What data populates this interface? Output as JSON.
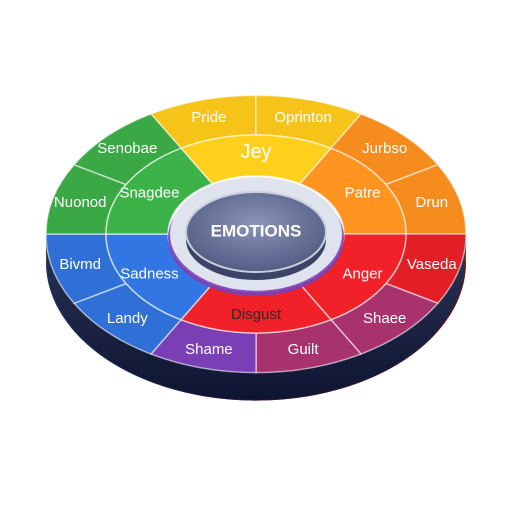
{
  "center": {
    "label": "EMOTIONS"
  },
  "colors": {
    "yellow": "#f6c419",
    "orange": "#f68c1e",
    "red": "#e21f26",
    "magenta": "#a8326e",
    "purple": "#7a3fb5",
    "blue": "#2f6fd6",
    "green": "#3aa845",
    "hub": "#5b6690"
  },
  "outer_ring": [
    {
      "label": "Pride",
      "color": "yellow"
    },
    {
      "label": "Oprinton",
      "color": "yellow"
    },
    {
      "label": "Jurbso",
      "color": "orange"
    },
    {
      "label": "Drun",
      "color": "orange"
    },
    {
      "label": "Vaseda",
      "color": "red"
    },
    {
      "label": "Shaee",
      "color": "magenta"
    },
    {
      "label": "Guilt",
      "color": "magenta"
    },
    {
      "label": "Shame",
      "color": "purple"
    },
    {
      "label": "Landy",
      "color": "blue"
    },
    {
      "label": "Bivmd",
      "color": "blue"
    },
    {
      "label": "Nuonod",
      "color": "green"
    },
    {
      "label": "Senobae",
      "color": "green"
    }
  ],
  "middle_ring": [
    {
      "label": "Jey",
      "color": "yellow"
    },
    {
      "label": "Patre",
      "color": "orange"
    },
    {
      "label": "Anger",
      "color": "red"
    },
    {
      "label": "Disgust",
      "color": "red"
    },
    {
      "label": "Sadness",
      "color": "blue"
    },
    {
      "label": "Snagdee",
      "color": "green"
    }
  ]
}
